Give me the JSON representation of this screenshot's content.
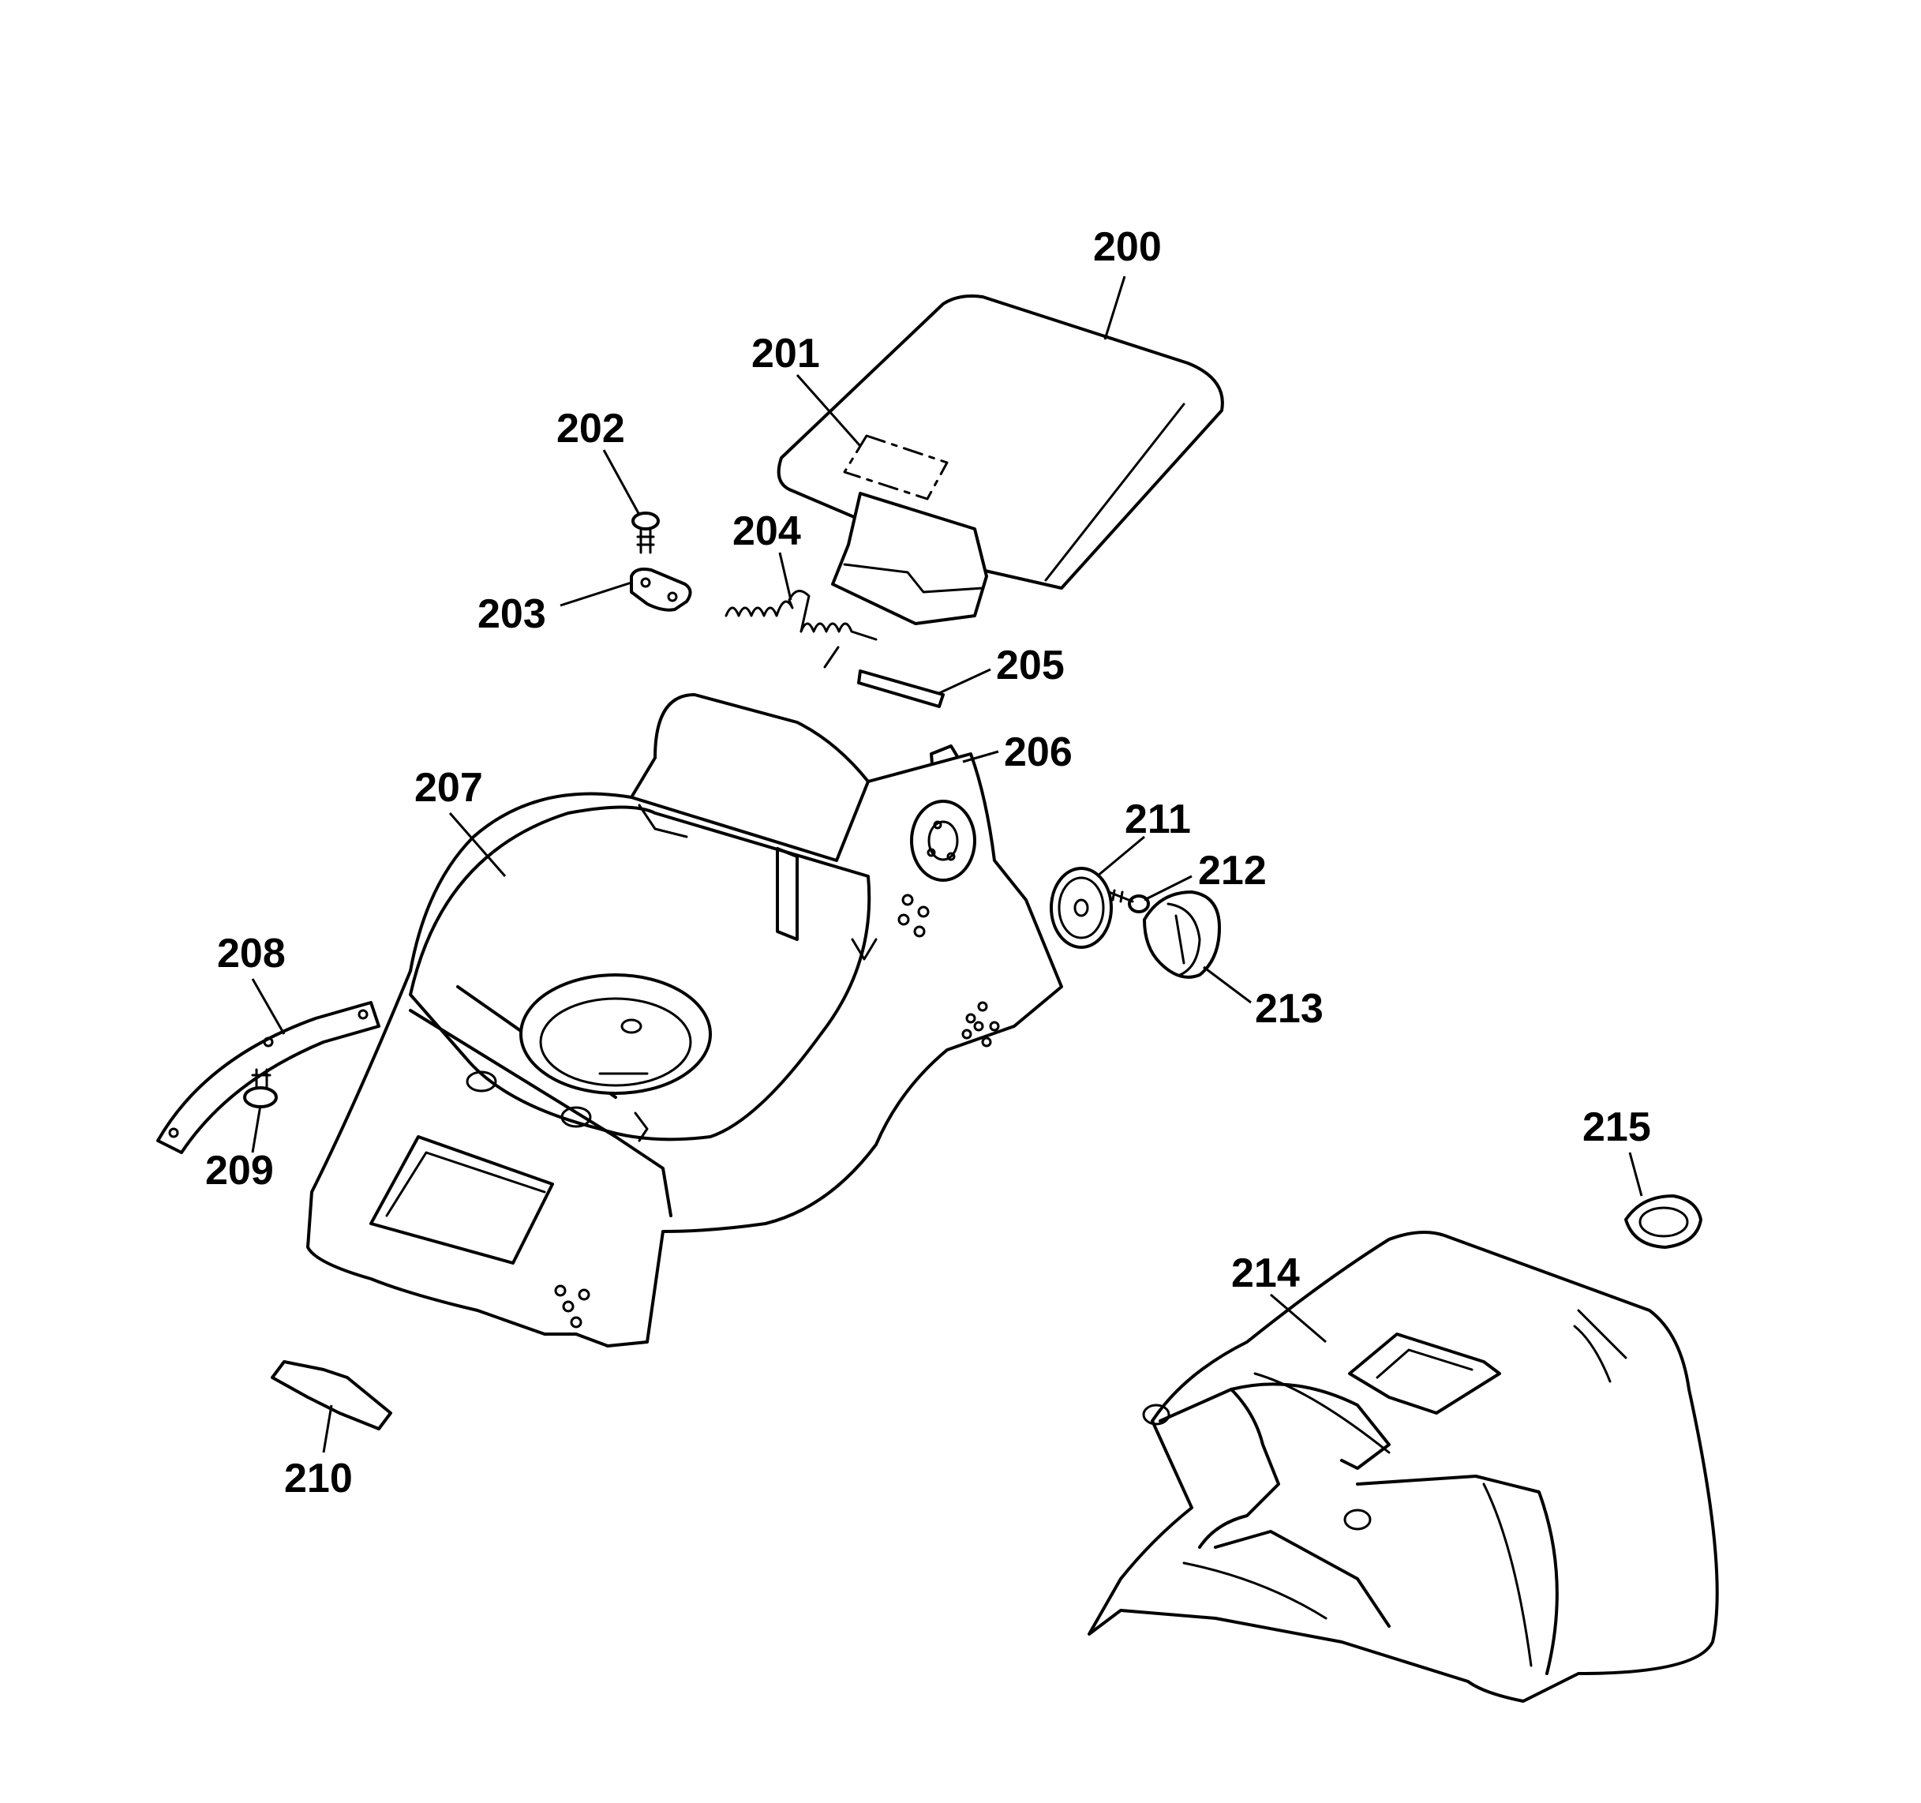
{
  "callouts": [
    {
      "id": "200",
      "text": "200"
    },
    {
      "id": "201",
      "text": "201"
    },
    {
      "id": "202",
      "text": "202"
    },
    {
      "id": "203",
      "text": "203"
    },
    {
      "id": "204",
      "text": "204"
    },
    {
      "id": "205",
      "text": "205"
    },
    {
      "id": "206",
      "text": "206"
    },
    {
      "id": "207",
      "text": "207"
    },
    {
      "id": "208",
      "text": "208"
    },
    {
      "id": "209",
      "text": "209"
    },
    {
      "id": "210",
      "text": "210"
    },
    {
      "id": "211",
      "text": "211"
    },
    {
      "id": "212",
      "text": "212"
    },
    {
      "id": "213",
      "text": "213"
    },
    {
      "id": "214",
      "text": "214"
    },
    {
      "id": "215",
      "text": "215"
    }
  ]
}
